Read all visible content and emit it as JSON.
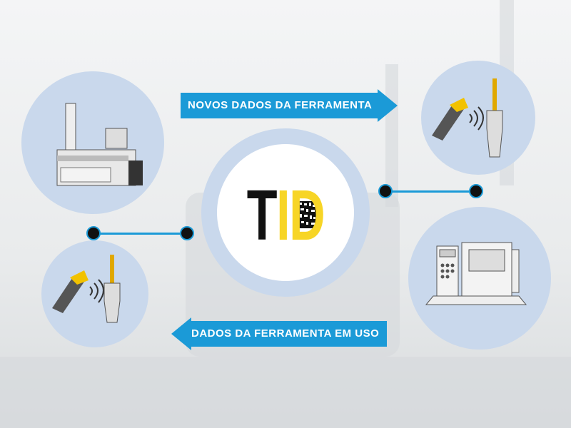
{
  "arrows": {
    "top_label": "NOVOS DADOS DA FERRAMENTA",
    "bottom_label": "DADOS DA FERRAMENTA EM USO"
  },
  "logo": {
    "text": "TID"
  },
  "colors": {
    "accent": "#1b9ad7",
    "circle": "#c9d8ec",
    "logo_yellow": "#f7d526"
  }
}
